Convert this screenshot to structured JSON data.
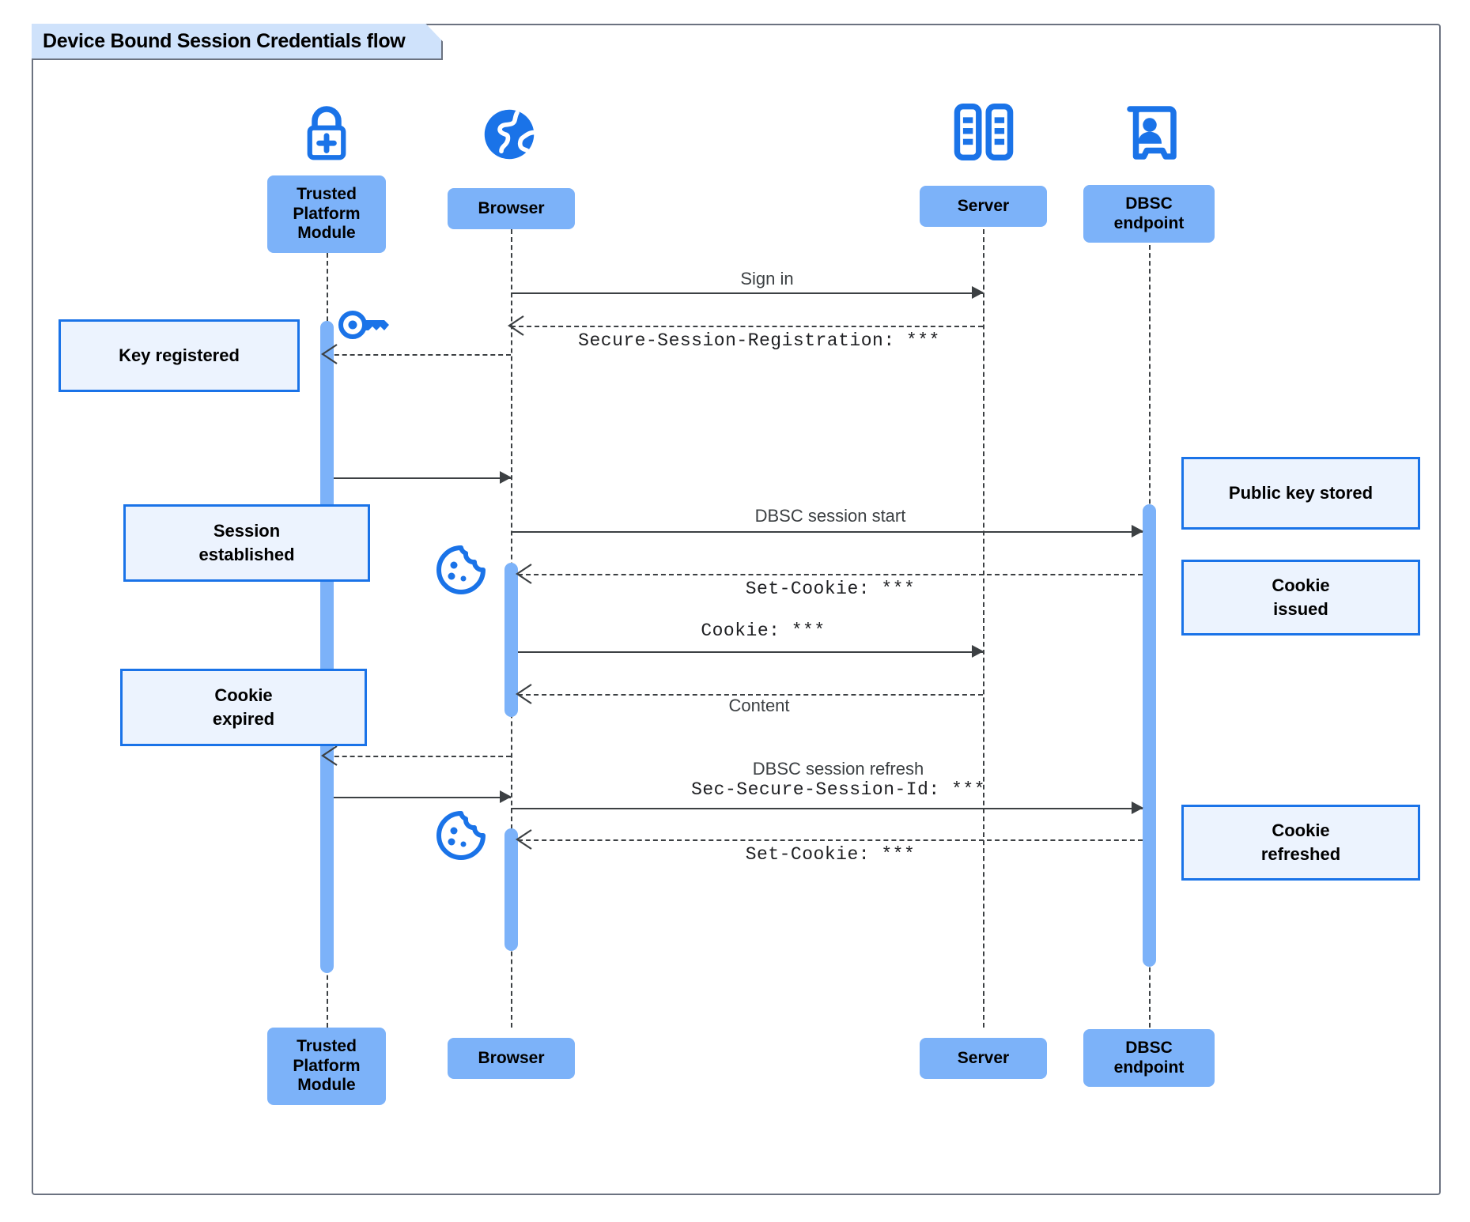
{
  "diagram": {
    "title": "Device Bound Session Credentials flow",
    "type": "uml-sequence-diagram",
    "colors": {
      "participant_fill": "#7cb2f9",
      "note_fill": "#ecf3fe",
      "note_border": "#1a73e8",
      "icon_blue": "#1a73e8",
      "title_tab_fill": "#cfe2fb",
      "lifeline": "#3c4043",
      "frame_border": "#6b7280"
    }
  },
  "participants": [
    {
      "id": "tpm",
      "label": "Trusted\nPlatform\nModule",
      "label_line1": "Trusted",
      "label_line2": "Platform",
      "label_line3": "Module",
      "icon": "lock-plus-icon"
    },
    {
      "id": "browser",
      "label": "Browser",
      "icon": "globe-icon"
    },
    {
      "id": "server",
      "label": "Server",
      "icon": "server-racks-icon"
    },
    {
      "id": "dbsc",
      "label": "DBSC\nendpoint",
      "label_line1": "DBSC",
      "label_line2": "endpoint",
      "icon": "id-badge-icon"
    }
  ],
  "messages": [
    {
      "id": "m1",
      "from": "browser",
      "to": "server",
      "style": "solid",
      "label_sans": "Sign in",
      "label_mono": ""
    },
    {
      "id": "m2",
      "from": "server",
      "to": "browser",
      "style": "dashed",
      "label_sans": "",
      "label_mono": "Secure-Session-Registration: ***"
    },
    {
      "id": "m3",
      "from": "server",
      "to": "tpm",
      "style": "dashed",
      "label_sans": "",
      "label_mono": ""
    },
    {
      "id": "m4",
      "from": "tpm",
      "to": "browser",
      "style": "solid",
      "label_sans": "",
      "label_mono": ""
    },
    {
      "id": "m5",
      "from": "browser",
      "to": "dbsc",
      "style": "solid",
      "label_sans": "DBSC session start",
      "label_mono": ""
    },
    {
      "id": "m6",
      "from": "dbsc",
      "to": "browser",
      "style": "dashed",
      "label_sans": "",
      "label_mono": "Set-Cookie: ***"
    },
    {
      "id": "m7",
      "from": "browser",
      "to": "server",
      "style": "solid",
      "label_sans": "",
      "label_mono": "Cookie: ***"
    },
    {
      "id": "m8",
      "from": "server",
      "to": "browser",
      "style": "dashed",
      "label_sans": "Content",
      "label_mono": ""
    },
    {
      "id": "m9",
      "from": "browser",
      "to": "tpm",
      "style": "dashed",
      "label_sans": "",
      "label_mono": ""
    },
    {
      "id": "m10",
      "from": "tpm",
      "to": "browser",
      "style": "solid",
      "label_sans": "",
      "label_mono": ""
    },
    {
      "id": "m11",
      "from": "browser",
      "to": "dbsc",
      "style": "solid",
      "label_sans": "DBSC session refresh",
      "label_mono": "Sec-Secure-Session-Id: ***"
    },
    {
      "id": "m12",
      "from": "dbsc",
      "to": "browser",
      "style": "dashed",
      "label_sans": "",
      "label_mono": "Set-Cookie: ***"
    }
  ],
  "notes": [
    {
      "id": "n1",
      "side": "left",
      "text": "Key registered",
      "line1": "Key registered",
      "line2": ""
    },
    {
      "id": "n2",
      "side": "left",
      "text": "Session established",
      "line1": "Session",
      "line2": "established"
    },
    {
      "id": "n3",
      "side": "left",
      "text": "Cookie expired",
      "line1": "Cookie",
      "line2": "expired"
    },
    {
      "id": "n4",
      "side": "right",
      "text": "Public key stored",
      "line1": "Public key stored",
      "line2": ""
    },
    {
      "id": "n5",
      "side": "right",
      "text": "Cookie issued",
      "line1": "Cookie",
      "line2": "issued"
    },
    {
      "id": "n6",
      "side": "right",
      "text": "Cookie refreshed",
      "line1": "Cookie",
      "line2": "refreshed"
    }
  ],
  "inline_icons": [
    {
      "id": "key1",
      "name": "key-icon",
      "near": "tpm"
    },
    {
      "id": "cookie1",
      "name": "cookie-icon",
      "near": "browser"
    },
    {
      "id": "cookie2",
      "name": "cookie-icon",
      "near": "browser"
    }
  ]
}
